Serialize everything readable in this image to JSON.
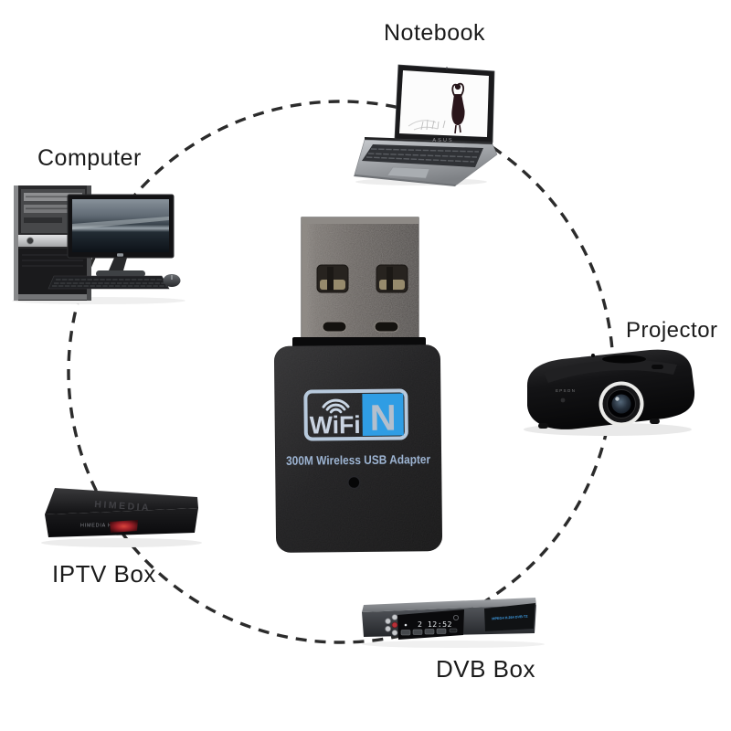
{
  "ring": {
    "color": "#2b2b2b"
  },
  "devices": {
    "notebook": {
      "label": "Notebook",
      "brand": "ASUS"
    },
    "computer": {
      "label": "Computer"
    },
    "projector": {
      "label": "Projector",
      "brand": "EPSON"
    },
    "iptv_box": {
      "label": "IPTV Box",
      "brand_top": "HIMEDIA",
      "brand_front": "HIMEDIA H2"
    },
    "dvb_box": {
      "label": "DVB Box",
      "display_text": "2 12:52",
      "panel_text": "MPEG4 H.264 DVB-T2"
    },
    "adapter": {
      "logo_text": "WiFi",
      "logo_badge": "N",
      "caption": "300M Wireless USB Adapter",
      "accent_color": "#2f9de4"
    }
  }
}
